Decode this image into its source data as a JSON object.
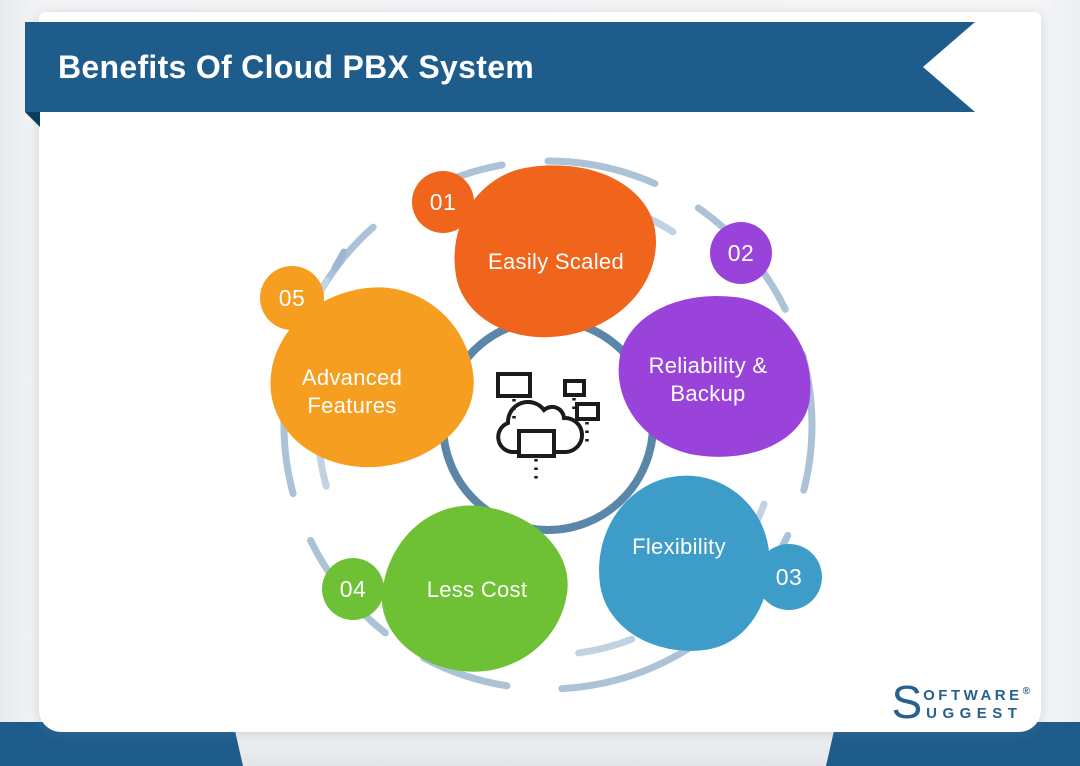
{
  "header": {
    "title": "Benefits Of Cloud PBX System",
    "ribbon_color": "#1E5C8C"
  },
  "diagram": {
    "center_icon": "cloud-network-icon",
    "ring_color": "#5A86A8",
    "dash_colors": [
      "#9CB7D0",
      "#BACEDF",
      "#C3D4E3"
    ],
    "items": [
      {
        "number": "01",
        "label": "Easily Scaled",
        "color": "#F0641C"
      },
      {
        "number": "02",
        "label": "Reliability & Backup",
        "color": "#9943DB"
      },
      {
        "number": "03",
        "label": "Flexibility",
        "color": "#3E9CC8"
      },
      {
        "number": "04",
        "label": "Less Cost",
        "color": "#6EC135"
      },
      {
        "number": "05",
        "label": "Advanced Features",
        "color": "#F59E1F"
      }
    ]
  },
  "footer": {
    "band_color": "#1E5C8C",
    "brand_initial": "S",
    "brand_line1": "oftware",
    "brand_line2": "uggest",
    "registered": "®",
    "brand_color": "#27618F"
  }
}
